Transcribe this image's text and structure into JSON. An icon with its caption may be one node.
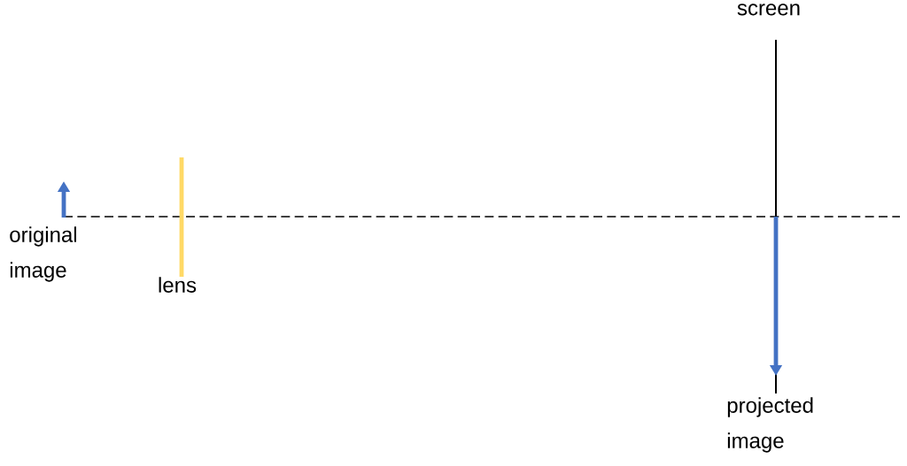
{
  "diagram": {
    "labels": [
      "screen",
      "original image",
      "lens",
      "projected image"
    ]
  }
}
